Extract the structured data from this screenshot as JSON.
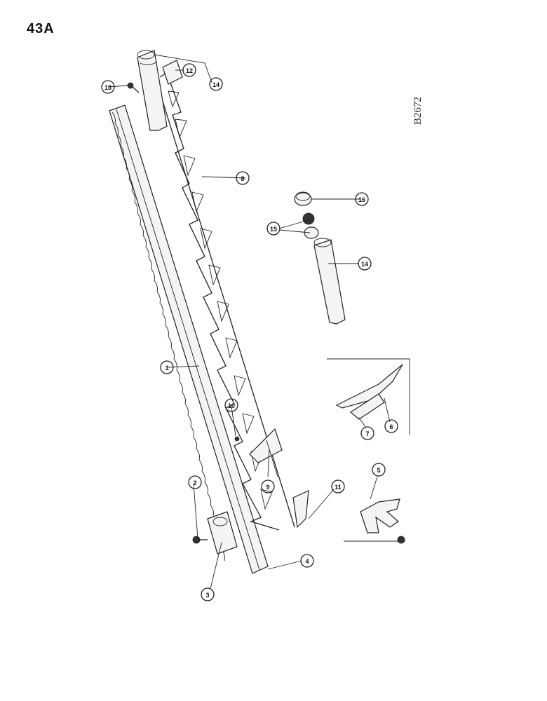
{
  "page": {
    "number": "43A",
    "drawing_code": "B2672"
  },
  "callouts": {
    "c1": "1",
    "c2": "2",
    "c3": "3",
    "c4": "4",
    "c5": "5",
    "c6": "6",
    "c7": "7",
    "c8": "8",
    "c9": "9",
    "c10": "10",
    "c11": "11",
    "c12": "12",
    "c13": "13",
    "c14a": "14",
    "c14b": "14",
    "c15": "15",
    "c16": "16"
  }
}
